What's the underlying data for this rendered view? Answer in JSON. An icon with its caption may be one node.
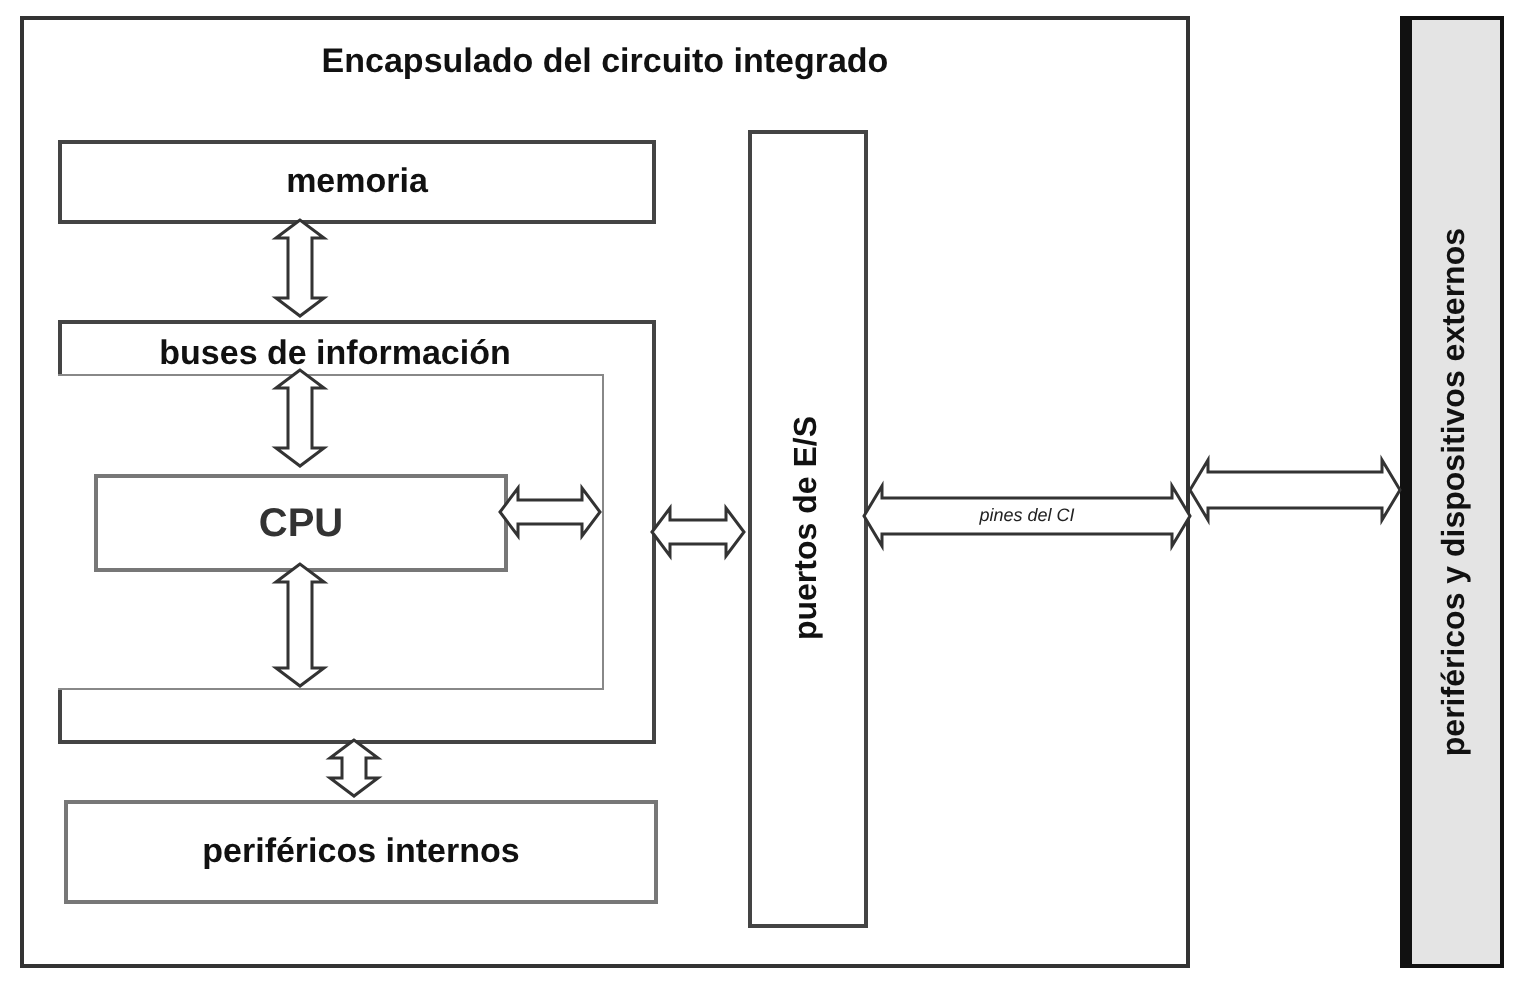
{
  "diagram": {
    "nodes": [
      {
        "text": [
          "Encapsulado del circuito integrado"
        ]
      },
      {
        "text": [
          "memoria"
        ],
        "in": 0
      },
      {
        "text": [
          "buses de información"
        ],
        "in": 0
      },
      {
        "text": [
          "CPU"
        ],
        "in": 2
      },
      {
        "text": [
          "puertos de E/S"
        ],
        "in": 0
      },
      {
        "text": [
          "periféricos internos"
        ],
        "in": 0
      },
      {
        "text": [
          "periféricos y dispositivos externos"
        ]
      }
    ],
    "edges": [
      {
        "from": 1,
        "to": 2,
        "arrow": "both"
      },
      {
        "from": 2,
        "to": 3,
        "arrow": "both"
      },
      {
        "from": 3,
        "to": 2,
        "arrow": "both"
      },
      {
        "from": 3,
        "to": 2,
        "arrow": "both"
      },
      {
        "from": 2,
        "to": 4,
        "arrow": "both"
      },
      {
        "from": 2,
        "to": 5,
        "arrow": "both"
      },
      {
        "from": 4,
        "to": 0,
        "arrow": "both",
        "label": "pines del CI"
      },
      {
        "from": 0,
        "to": 6,
        "arrow": "both"
      }
    ]
  }
}
